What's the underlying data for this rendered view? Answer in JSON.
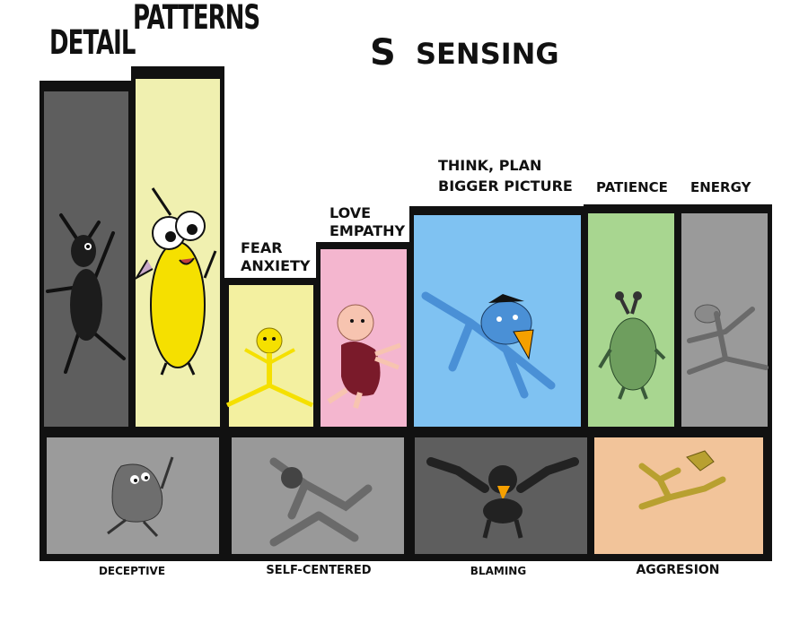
{
  "title": {
    "letter": "S",
    "word": "SENSING"
  },
  "traits": [
    {
      "id": "detail",
      "label": "DETAIL",
      "color": "#5e5e5e"
    },
    {
      "id": "patterns",
      "label": "PATTERNS",
      "color": "#f0f0b0"
    },
    {
      "id": "fear",
      "label_line1": "FEAR",
      "label_line2": "ANXIETY",
      "color": "#f3f0a0"
    },
    {
      "id": "love",
      "label_line1": "LOVE",
      "label_line2": "EMPATHY",
      "color": "#f4b6cf"
    },
    {
      "id": "think",
      "label_line1": "THINK, PLAN",
      "label_line2": "BIGGER PICTURE",
      "color": "#7fc2f2"
    },
    {
      "id": "patience",
      "label": "PATIENCE",
      "color": "#a8d690"
    },
    {
      "id": "energy",
      "label": "ENERGY",
      "color": "#9a9a9a"
    }
  ],
  "negatives": [
    {
      "id": "deceptive",
      "label": "DECEPTIVE",
      "color": "#9b9b9b"
    },
    {
      "id": "self-centered",
      "label": "SELF-CENTERED",
      "color": "#999999"
    },
    {
      "id": "blaming",
      "label": "BLAMING",
      "color": "#5e5e5e"
    },
    {
      "id": "aggresion",
      "label": "AGGRESION",
      "color": "#f2c49a"
    }
  ]
}
